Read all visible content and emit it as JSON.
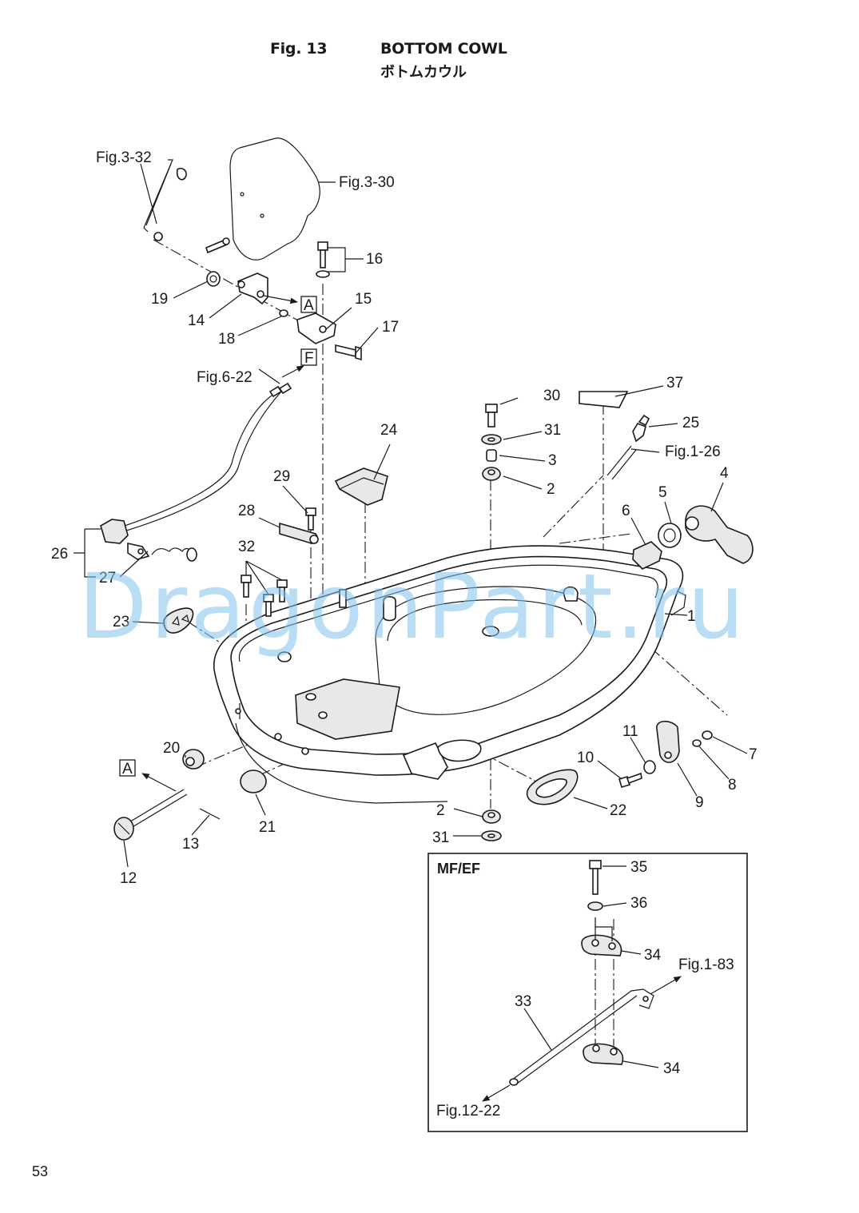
{
  "header": {
    "fig_no": "Fig. 13",
    "title_en": "BOTTOM COWL",
    "title_jp": "ボトムカウル"
  },
  "page_number": "53",
  "watermark": "DragonPart.ru",
  "inset": {
    "label": "MF/EF"
  },
  "refs": {
    "fig_3_32": "Fig.3-32",
    "fig_3_30": "Fig.3-30",
    "fig_6_22": "Fig.6-22",
    "fig_1_26": "Fig.1-26",
    "fig_1_83": "Fig.1-83",
    "fig_12_22": "Fig.12-22"
  },
  "marks": {
    "a_top": "A",
    "f_top": "F",
    "a_bottom": "A"
  },
  "callouts": {
    "c1": "1",
    "c2a": "2",
    "c2b": "2",
    "c3": "3",
    "c4": "4",
    "c5": "5",
    "c6": "6",
    "c7": "7",
    "c8": "8",
    "c9": "9",
    "c10": "10",
    "c11": "11",
    "c12": "12",
    "c13": "13",
    "c14": "14",
    "c15": "15",
    "c16": "16",
    "c17": "17",
    "c18": "18",
    "c19": "19",
    "c20": "20",
    "c21": "21",
    "c22": "22",
    "c23": "23",
    "c24": "24",
    "c25": "25",
    "c26": "26",
    "c27": "27",
    "c28": "28",
    "c29": "29",
    "c30": "30",
    "c31a": "31",
    "c31b": "31",
    "c32": "32",
    "c33": "33",
    "c34a": "34",
    "c34b": "34",
    "c35": "35",
    "c36": "36",
    "c37": "37"
  }
}
